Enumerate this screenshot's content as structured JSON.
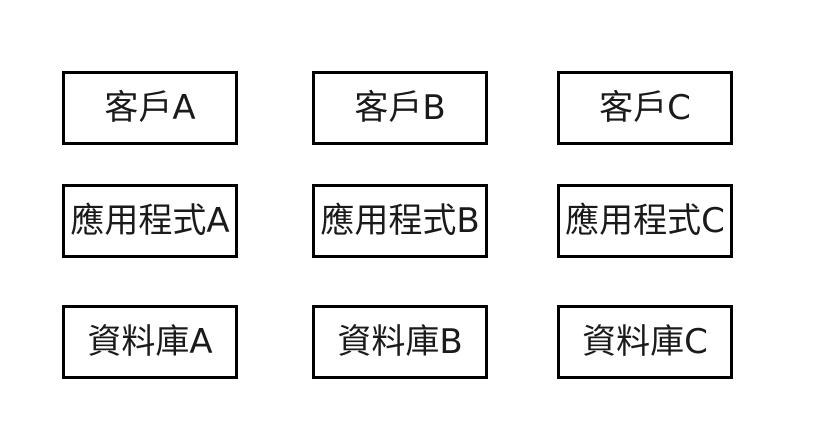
{
  "colors": {
    "background": "#ffffff",
    "box_border": "#000000",
    "box_fill": "#ffffff",
    "text": "#1a1a1a"
  },
  "diagram": {
    "rows": [
      {
        "name": "clients",
        "boxes": [
          {
            "id": "client-a",
            "label": "客戶A"
          },
          {
            "id": "client-b",
            "label": "客戶B"
          },
          {
            "id": "client-c",
            "label": "客戶C"
          }
        ]
      },
      {
        "name": "applications",
        "boxes": [
          {
            "id": "app-a",
            "label": "應用程式A"
          },
          {
            "id": "app-b",
            "label": "應用程式B"
          },
          {
            "id": "app-c",
            "label": "應用程式C"
          }
        ]
      },
      {
        "name": "databases",
        "boxes": [
          {
            "id": "db-a",
            "label": "資料庫A"
          },
          {
            "id": "db-b",
            "label": "資料庫B"
          },
          {
            "id": "db-c",
            "label": "資料庫C"
          }
        ]
      }
    ]
  }
}
